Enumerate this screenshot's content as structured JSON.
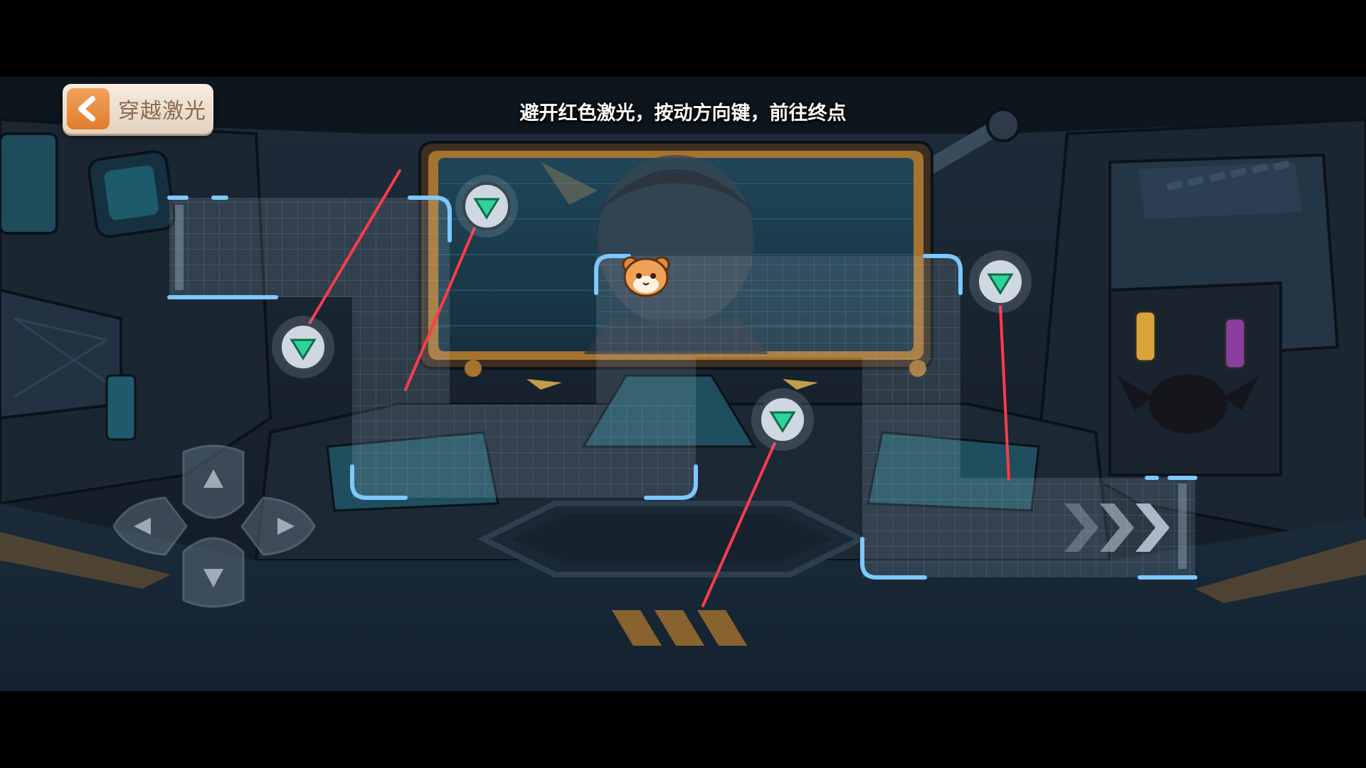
{
  "header": {
    "back_title": "穿越激光",
    "instruction": "避开红色激光，按动方向键，前往终点"
  },
  "icons": {
    "back": "chevron-left-icon",
    "player": "hamster-face-icon",
    "emitter": "laser-emitter-icon",
    "goal": "double-chevron-right-icon",
    "dpad_up": "arrow-up-icon",
    "dpad_down": "arrow-down-icon",
    "dpad_left": "arrow-left-icon",
    "dpad_right": "arrow-right-icon"
  },
  "colors": {
    "laser": "#ff3b4a",
    "path_outline": "#7ec8ff",
    "emitter_core": "#2ed39a",
    "accent_orange": "#e8873a"
  },
  "controls": [
    "up",
    "down",
    "left",
    "right"
  ]
}
